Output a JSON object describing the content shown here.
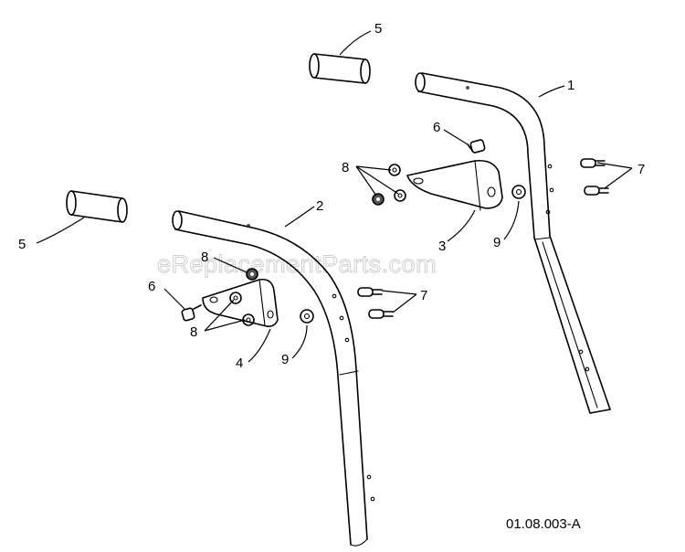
{
  "diagram": {
    "watermark": "eReplacementParts.com",
    "drawing_code": "01.08.003-A",
    "callouts": {
      "c1": "1",
      "c2": "2",
      "c3": "3",
      "c4": "4",
      "c5a": "5",
      "c5b": "5",
      "c6a": "6",
      "c6b": "6",
      "c7a": "7",
      "c7b": "7",
      "c8a": "8",
      "c8b": "8",
      "c8c": "8",
      "c9a": "9",
      "c9b": "9"
    }
  }
}
